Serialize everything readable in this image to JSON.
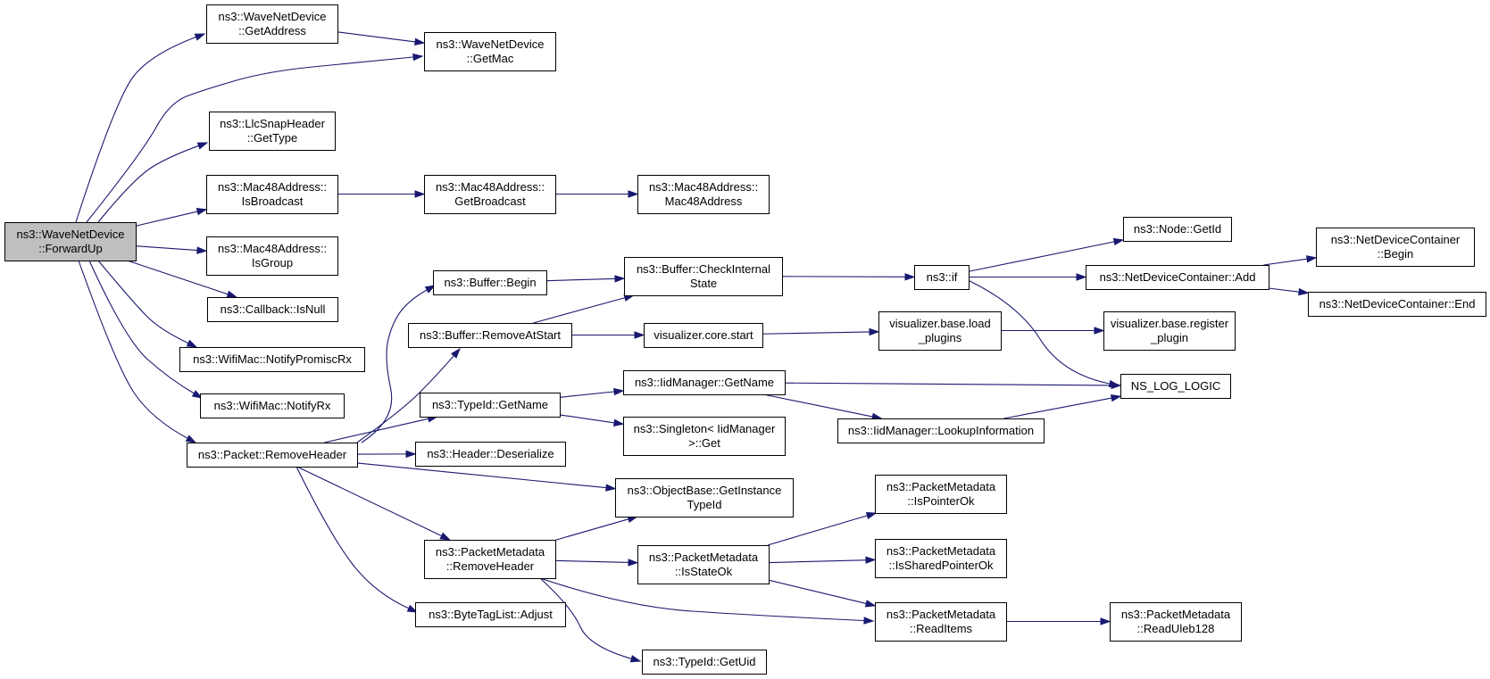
{
  "colors": {
    "edge": "#191970",
    "root_fill": "#bfbfbf",
    "node_fill": "#ffffff",
    "node_border": "#000000"
  },
  "nodes": [
    {
      "id": "root",
      "lines": [
        "ns3::WaveNetDevice",
        "::ForwardUp"
      ],
      "root": true
    },
    {
      "id": "wnd_getaddress",
      "lines": [
        "ns3::WaveNetDevice",
        "::GetAddress"
      ]
    },
    {
      "id": "wnd_getmac",
      "lines": [
        "ns3::WaveNetDevice",
        "::GetMac"
      ]
    },
    {
      "id": "llc_gettype",
      "lines": [
        "ns3::LlcSnapHeader",
        "::GetType"
      ]
    },
    {
      "id": "mac48_isbroadcast",
      "lines": [
        "ns3::Mac48Address::",
        "IsBroadcast"
      ]
    },
    {
      "id": "mac48_getbroadcast",
      "lines": [
        "ns3::Mac48Address::",
        "GetBroadcast"
      ]
    },
    {
      "id": "mac48_mac48address",
      "lines": [
        "ns3::Mac48Address::",
        "Mac48Address"
      ]
    },
    {
      "id": "mac48_isgroup",
      "lines": [
        "ns3::Mac48Address::",
        "IsGroup"
      ]
    },
    {
      "id": "callback_isnull",
      "lines": [
        "ns3::Callback::IsNull"
      ]
    },
    {
      "id": "wifimac_notifypromiscrx",
      "lines": [
        "ns3::WifiMac::NotifyPromiscRx"
      ]
    },
    {
      "id": "wifimac_notifyrx",
      "lines": [
        "ns3::WifiMac::NotifyRx"
      ]
    },
    {
      "id": "packet_removeheader",
      "lines": [
        "ns3::Packet::RemoveHeader"
      ]
    },
    {
      "id": "buffer_begin",
      "lines": [
        "ns3::Buffer::Begin"
      ]
    },
    {
      "id": "buffer_removeatstart",
      "lines": [
        "ns3::Buffer::RemoveAtStart"
      ]
    },
    {
      "id": "buffer_checkinternalstate",
      "lines": [
        "ns3::Buffer::CheckInternal",
        "State"
      ]
    },
    {
      "id": "visualizer_core_start",
      "lines": [
        "visualizer.core.start"
      ]
    },
    {
      "id": "ns3_if",
      "lines": [
        "ns3::if"
      ]
    },
    {
      "id": "node_getid",
      "lines": [
        "ns3::Node::GetId"
      ]
    },
    {
      "id": "ndc_add",
      "lines": [
        "ns3::NetDeviceContainer::Add"
      ]
    },
    {
      "id": "ndc_begin",
      "lines": [
        "ns3::NetDeviceContainer",
        "::Begin"
      ]
    },
    {
      "id": "ndc_end",
      "lines": [
        "ns3::NetDeviceContainer::End"
      ]
    },
    {
      "id": "vis_load_plugins",
      "lines": [
        "visualizer.base.load",
        "_plugins"
      ]
    },
    {
      "id": "vis_register_plugin",
      "lines": [
        "visualizer.base.register",
        "_plugin"
      ]
    },
    {
      "id": "ns_log_logic",
      "lines": [
        "NS_LOG_LOGIC"
      ]
    },
    {
      "id": "typeid_getname",
      "lines": [
        "ns3::TypeId::GetName"
      ]
    },
    {
      "id": "iidmanager_getname",
      "lines": [
        "ns3::IidManager::GetName"
      ]
    },
    {
      "id": "singleton_get",
      "lines": [
        "ns3::Singleton< IidManager",
        " >::Get"
      ]
    },
    {
      "id": "iidmanager_lookup",
      "lines": [
        "ns3::IidManager::LookupInformation"
      ]
    },
    {
      "id": "header_deserialize",
      "lines": [
        "ns3::Header::Deserialize"
      ]
    },
    {
      "id": "objectbase_getinstancetypeid",
      "lines": [
        "ns3::ObjectBase::GetInstance",
        "TypeId"
      ]
    },
    {
      "id": "pm_removeheader",
      "lines": [
        "ns3::PacketMetadata",
        "::RemoveHeader"
      ]
    },
    {
      "id": "pm_isstateok",
      "lines": [
        "ns3::PacketMetadata",
        "::IsStateOk"
      ]
    },
    {
      "id": "pm_ispointerok",
      "lines": [
        "ns3::PacketMetadata",
        "::IsPointerOk"
      ]
    },
    {
      "id": "pm_issharedpointerok",
      "lines": [
        "ns3::PacketMetadata",
        "::IsSharedPointerOk"
      ]
    },
    {
      "id": "pm_readitems",
      "lines": [
        "ns3::PacketMetadata",
        "::ReadItems"
      ]
    },
    {
      "id": "pm_readuleb128",
      "lines": [
        "ns3::PacketMetadata",
        "::ReadUleb128"
      ]
    },
    {
      "id": "bytetaglist_adjust",
      "lines": [
        "ns3::ByteTagList::Adjust"
      ]
    },
    {
      "id": "typeid_getuid",
      "lines": [
        "ns3::TypeId::GetUid"
      ]
    }
  ],
  "edges": [
    {
      "from": "root",
      "to": "wnd_getaddress"
    },
    {
      "from": "root",
      "to": "wnd_getmac"
    },
    {
      "from": "wnd_getaddress",
      "to": "wnd_getmac"
    },
    {
      "from": "root",
      "to": "llc_gettype"
    },
    {
      "from": "root",
      "to": "mac48_isbroadcast"
    },
    {
      "from": "mac48_isbroadcast",
      "to": "mac48_getbroadcast"
    },
    {
      "from": "mac48_getbroadcast",
      "to": "mac48_mac48address"
    },
    {
      "from": "root",
      "to": "mac48_isgroup"
    },
    {
      "from": "root",
      "to": "callback_isnull"
    },
    {
      "from": "root",
      "to": "wifimac_notifypromiscrx"
    },
    {
      "from": "root",
      "to": "wifimac_notifyrx"
    },
    {
      "from": "root",
      "to": "packet_removeheader"
    },
    {
      "from": "packet_removeheader",
      "to": "buffer_begin"
    },
    {
      "from": "packet_removeheader",
      "to": "buffer_removeatstart"
    },
    {
      "from": "packet_removeheader",
      "to": "typeid_getname"
    },
    {
      "from": "packet_removeheader",
      "to": "header_deserialize"
    },
    {
      "from": "packet_removeheader",
      "to": "objectbase_getinstancetypeid"
    },
    {
      "from": "packet_removeheader",
      "to": "pm_removeheader"
    },
    {
      "from": "packet_removeheader",
      "to": "bytetaglist_adjust"
    },
    {
      "from": "buffer_begin",
      "to": "buffer_checkinternalstate"
    },
    {
      "from": "buffer_removeatstart",
      "to": "buffer_checkinternalstate"
    },
    {
      "from": "buffer_removeatstart",
      "to": "visualizer_core_start"
    },
    {
      "from": "buffer_checkinternalstate",
      "to": "ns3_if"
    },
    {
      "from": "ns3_if",
      "to": "node_getid"
    },
    {
      "from": "ns3_if",
      "to": "ndc_add"
    },
    {
      "from": "ns3_if",
      "to": "ns_log_logic"
    },
    {
      "from": "ndc_add",
      "to": "ndc_begin"
    },
    {
      "from": "ndc_add",
      "to": "ndc_end"
    },
    {
      "from": "visualizer_core_start",
      "to": "vis_load_plugins"
    },
    {
      "from": "vis_load_plugins",
      "to": "vis_register_plugin"
    },
    {
      "from": "typeid_getname",
      "to": "iidmanager_getname"
    },
    {
      "from": "typeid_getname",
      "to": "singleton_get"
    },
    {
      "from": "iidmanager_getname",
      "to": "ns_log_logic"
    },
    {
      "from": "iidmanager_getname",
      "to": "iidmanager_lookup"
    },
    {
      "from": "iidmanager_lookup",
      "to": "ns_log_logic"
    },
    {
      "from": "pm_removeheader",
      "to": "objectbase_getinstancetypeid"
    },
    {
      "from": "pm_removeheader",
      "to": "pm_isstateok"
    },
    {
      "from": "pm_removeheader",
      "to": "pm_readitems"
    },
    {
      "from": "pm_removeheader",
      "to": "typeid_getuid"
    },
    {
      "from": "pm_isstateok",
      "to": "pm_ispointerok"
    },
    {
      "from": "pm_isstateok",
      "to": "pm_issharedpointerok"
    },
    {
      "from": "pm_isstateok",
      "to": "pm_readitems"
    },
    {
      "from": "pm_readitems",
      "to": "pm_readuleb128"
    }
  ]
}
